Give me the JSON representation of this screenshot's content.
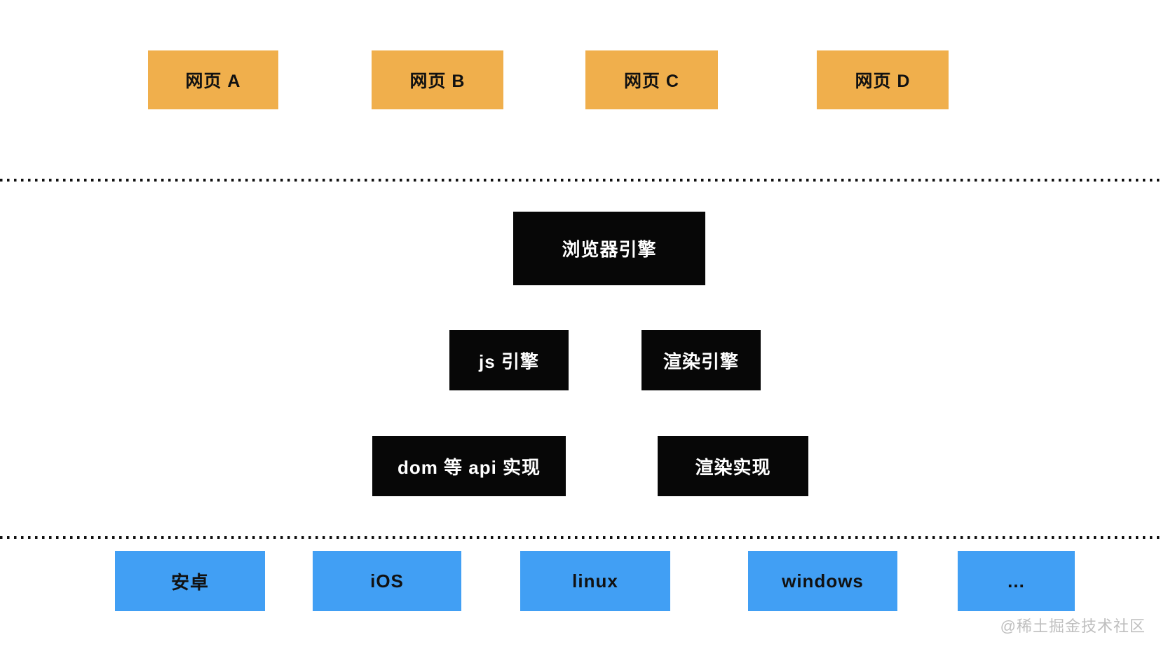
{
  "diagram": {
    "title_context": "browser-architecture-diagram",
    "webpages": [
      {
        "label": "网页 A"
      },
      {
        "label": "网页 B"
      },
      {
        "label": "网页 C"
      },
      {
        "label": "网页 D"
      }
    ],
    "browser_engine": {
      "label": "浏览器引擎"
    },
    "sub_engines": [
      {
        "label": "js 引擎"
      },
      {
        "label": "渲染引擎"
      }
    ],
    "implementations": [
      {
        "label": "dom 等 api 实现"
      },
      {
        "label": "渲染实现"
      }
    ],
    "platforms": [
      {
        "label": "安卓"
      },
      {
        "label": "iOS"
      },
      {
        "label": "linux"
      },
      {
        "label": "windows"
      },
      {
        "label": "..."
      }
    ],
    "watermark": "@稀土掘金技术社区",
    "colors": {
      "webpage_box": "#F0AF4C",
      "engine_box": "#070707",
      "platform_box": "#419FF4",
      "dotted_line": "#111111",
      "watermark_text": "#BFBFBF",
      "box_text_dark": "#111111",
      "box_text_light": "#FFFFFF"
    }
  }
}
